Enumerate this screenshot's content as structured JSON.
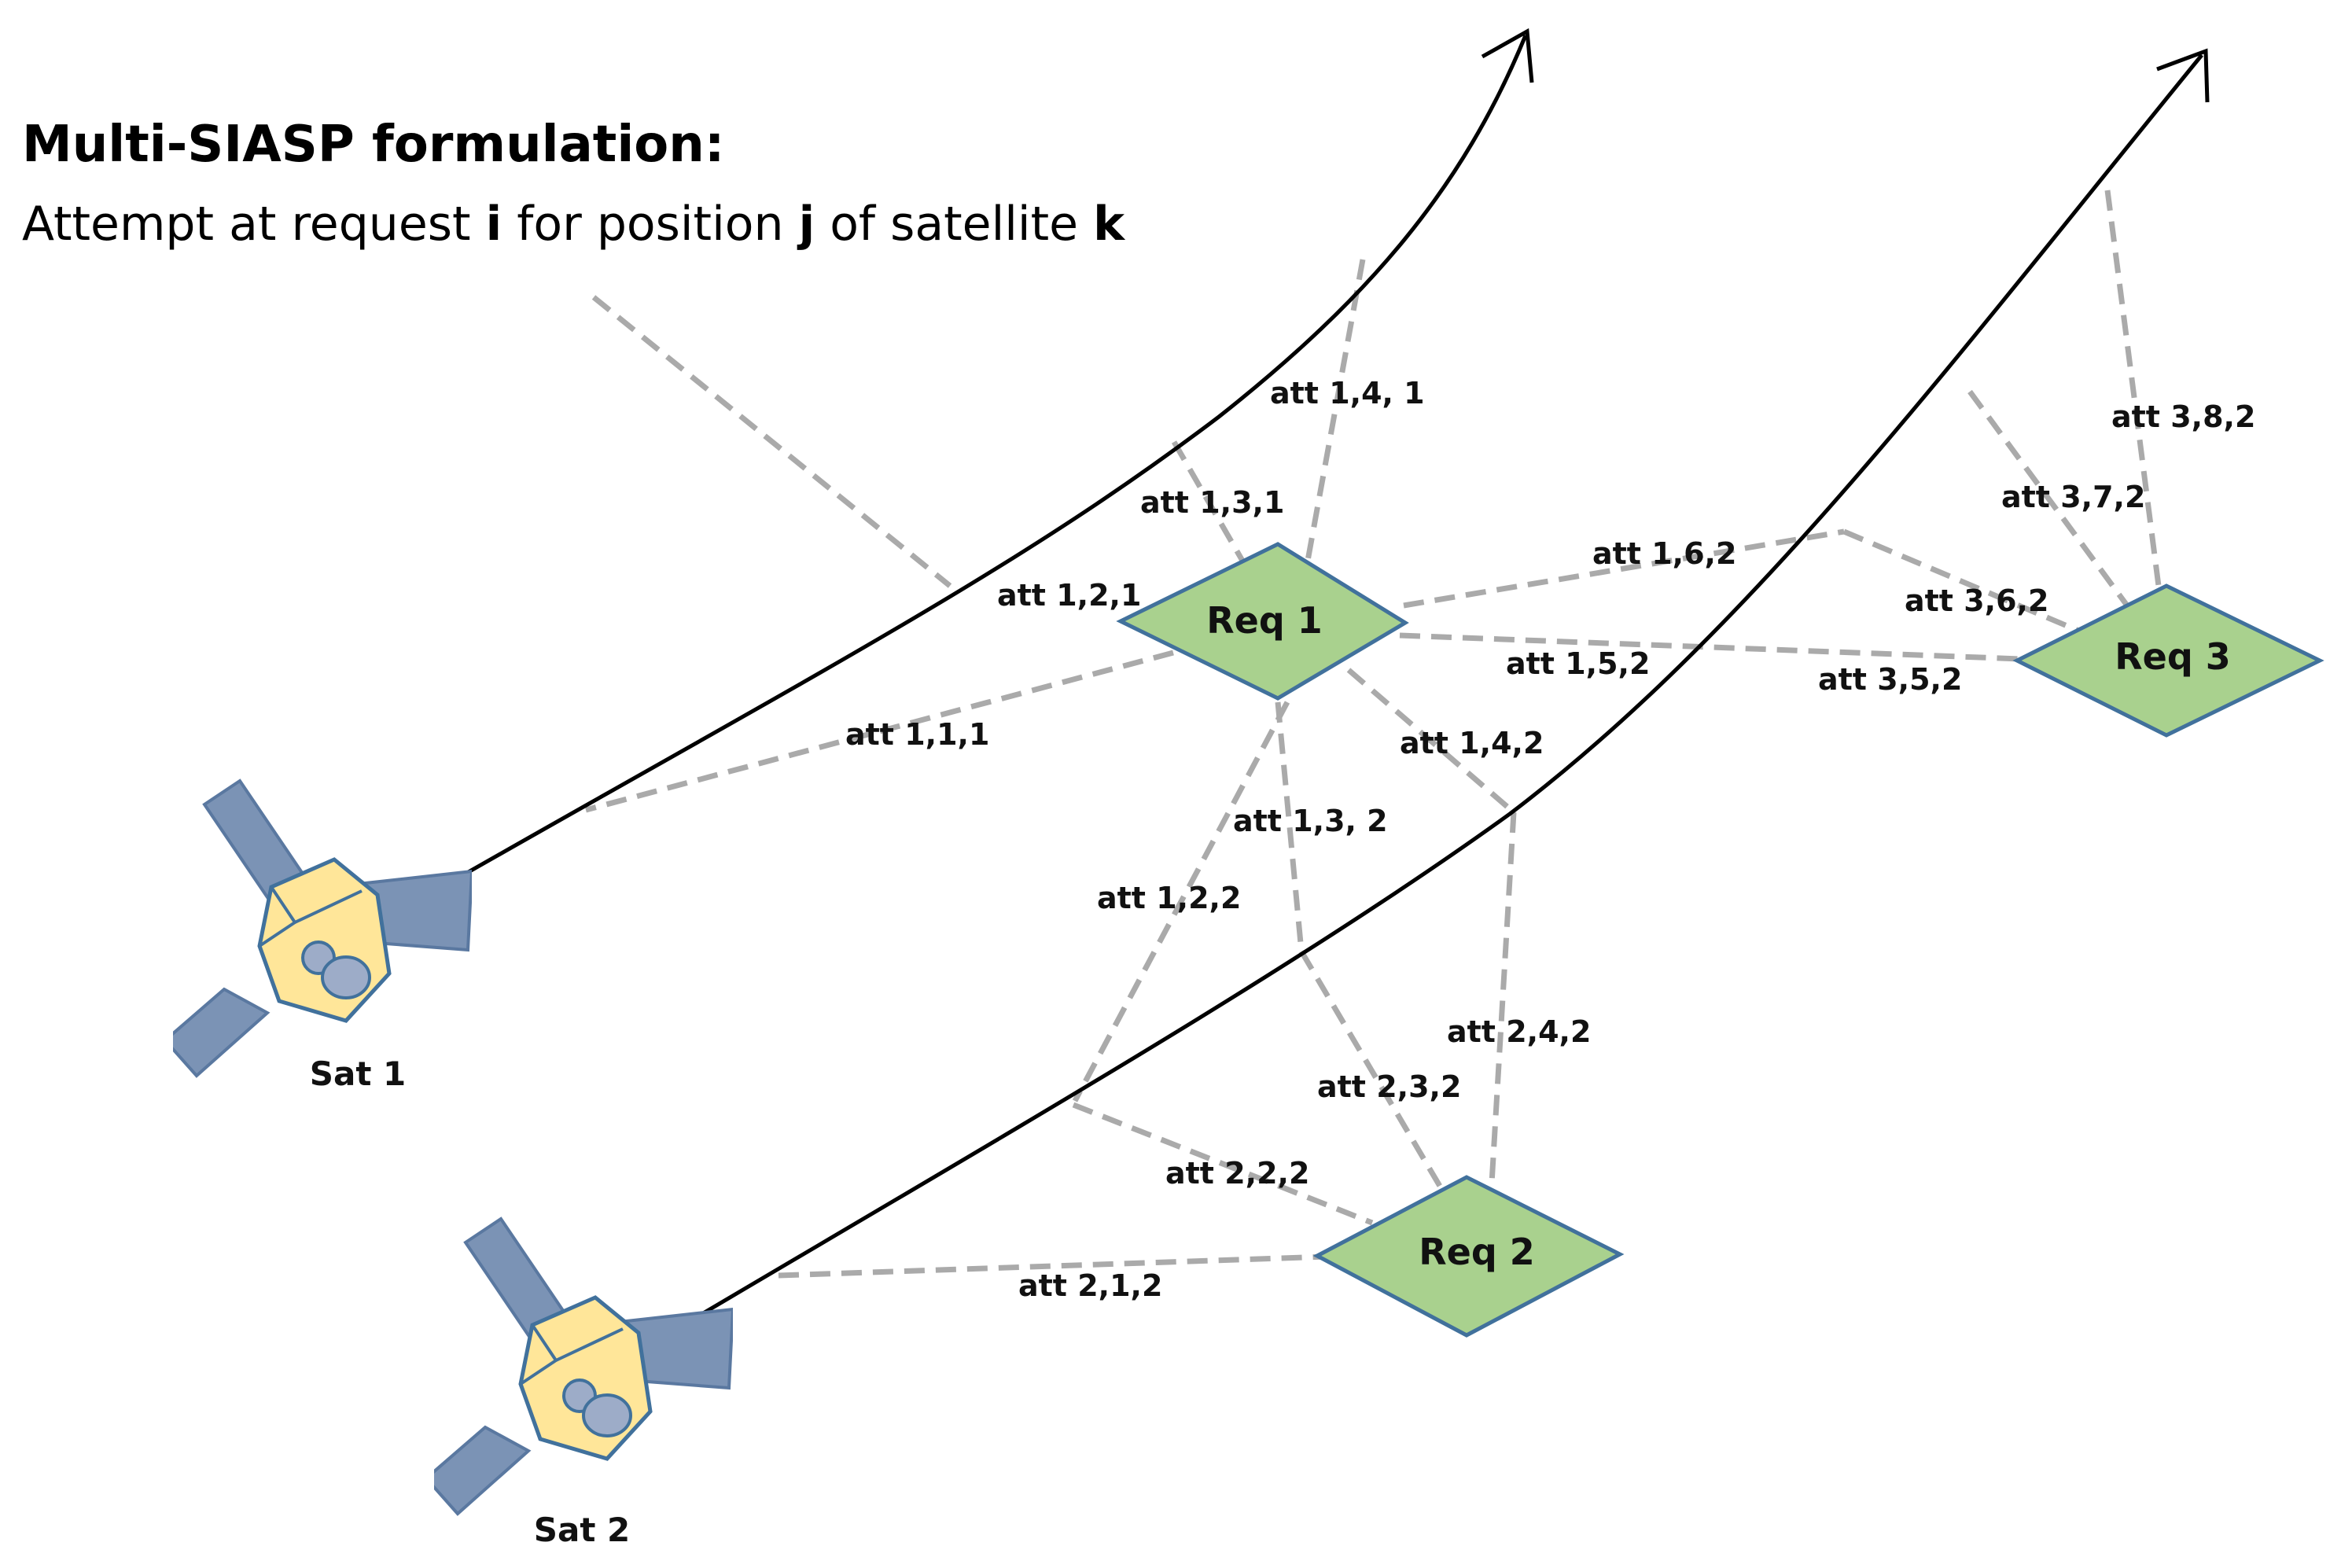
{
  "title": "Multi-SIASP formulation:",
  "subtitle": {
    "p1": "Attempt at request ",
    "i": "i",
    "p2": " for position ",
    "j": "j",
    "p3": " of satellite ",
    "k": "k"
  },
  "requests": {
    "req1": "Req 1",
    "req2": "Req 2",
    "req3": "Req 3"
  },
  "satellites": {
    "sat1": "Sat 1",
    "sat2": "Sat 2"
  },
  "attempts": {
    "a141": "att 1,4, 1",
    "a131": "att 1,3,1",
    "a121": "att 1,2,1",
    "a111": "att 1,1,1",
    "a162": "att 1,6,2",
    "a152": "att 1,5,2",
    "a142": "att 1,4,2",
    "a132": "att 1,3, 2",
    "a122": "att 1,2,2",
    "a242": "att 2,4,2",
    "a232": "att 2,3,2",
    "a222": "att 2,2,2",
    "a212": "att 2,1,2",
    "a382": "att 3,8,2",
    "a372": "att 3,7,2",
    "a362": "att 3,6,2",
    "a352": "att 3,5,2"
  },
  "colors": {
    "request_fill": "#a9d18e",
    "request_stroke": "#41719c",
    "panel_fill": "#7b93b5",
    "body_fill": "#ffe699",
    "link": "#aaaaaa"
  },
  "icons": {
    "satellite": "satellite-icon",
    "arrow": "arrow-head-icon"
  }
}
